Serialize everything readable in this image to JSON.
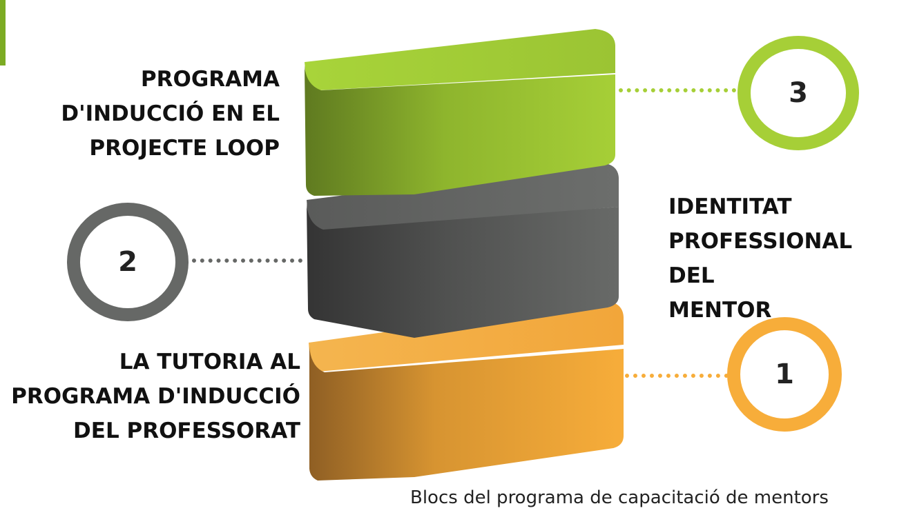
{
  "colors": {
    "green": "#a6cf37",
    "gray": "#666866",
    "orange": "#f7ad3a",
    "text": "#111111"
  },
  "blocks": [
    {
      "number": "3",
      "label": "PROGRAMA\nD'INDUCCIÓ EN EL\nPROJECTE LOOP",
      "color": "green"
    },
    {
      "number": "2",
      "label": "IDENTITAT\nPROFESSIONAL DEL\nMENTOR",
      "color": "gray"
    },
    {
      "number": "1",
      "label": "LA TUTORIA AL\nPROGRAMA D'INDUCCIÓ\nDEL PROFESSORAT",
      "color": "orange"
    }
  ],
  "caption": "Blocs del programa de capacitació de mentors"
}
